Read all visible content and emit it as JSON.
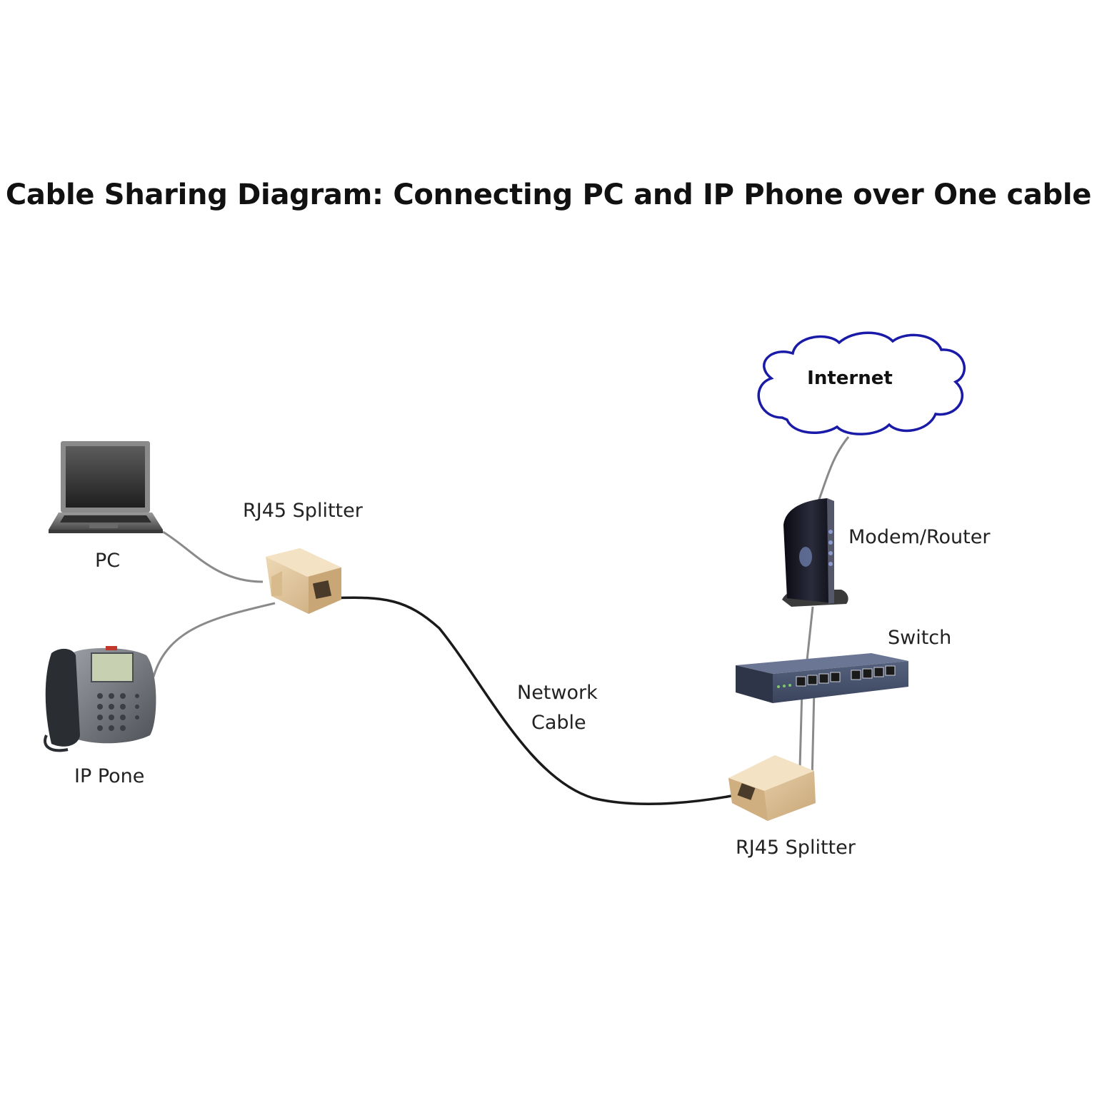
{
  "title": "Cable Sharing Diagram: Connecting PC and IP Phone over One cable",
  "labels": {
    "internet": "Internet",
    "modem": "Modem/Router",
    "switch": "Switch",
    "pc": "PC",
    "phone": "IP Pone",
    "splitter_left": "RJ45 Splitter",
    "splitter_right": "RJ45 Splitter",
    "cable_line1": "Network",
    "cable_line2": "Cable"
  },
  "colors": {
    "cloud_stroke": "#1a1aa8",
    "network_cable": "#1a1a1a",
    "patch_cable": "#8a8a8a",
    "splitter_body": "#e2c9a2",
    "switch_body": "#3b4560"
  },
  "icons": {
    "cloud": "cloud-icon",
    "modem": "modem-router-icon",
    "switch": "network-switch-icon",
    "laptop": "laptop-icon",
    "phone": "ip-phone-icon",
    "splitter": "rj45-splitter-icon"
  }
}
